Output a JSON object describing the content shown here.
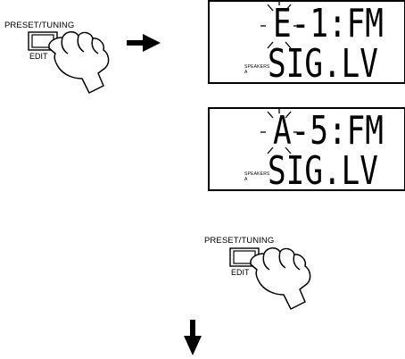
{
  "steps": [
    {
      "button_label": "PRESET/TUNING",
      "sub_label": "EDIT"
    },
    {
      "button_label": "PRESET/TUNING",
      "sub_label": "EDIT"
    }
  ],
  "displays": [
    {
      "speakers_label": "SPEAKERS",
      "speakers_sub": "A",
      "line1": "E-1:FM",
      "line2": "SIG.LV"
    },
    {
      "speakers_label": "SPEAKERS",
      "speakers_sub": "A",
      "line1": "A-5:FM",
      "line2": "SIG.LV"
    }
  ],
  "icons": [
    "hand-press-icon",
    "arrow-right-icon",
    "arrow-down-icon",
    "blink-ray-icon"
  ]
}
